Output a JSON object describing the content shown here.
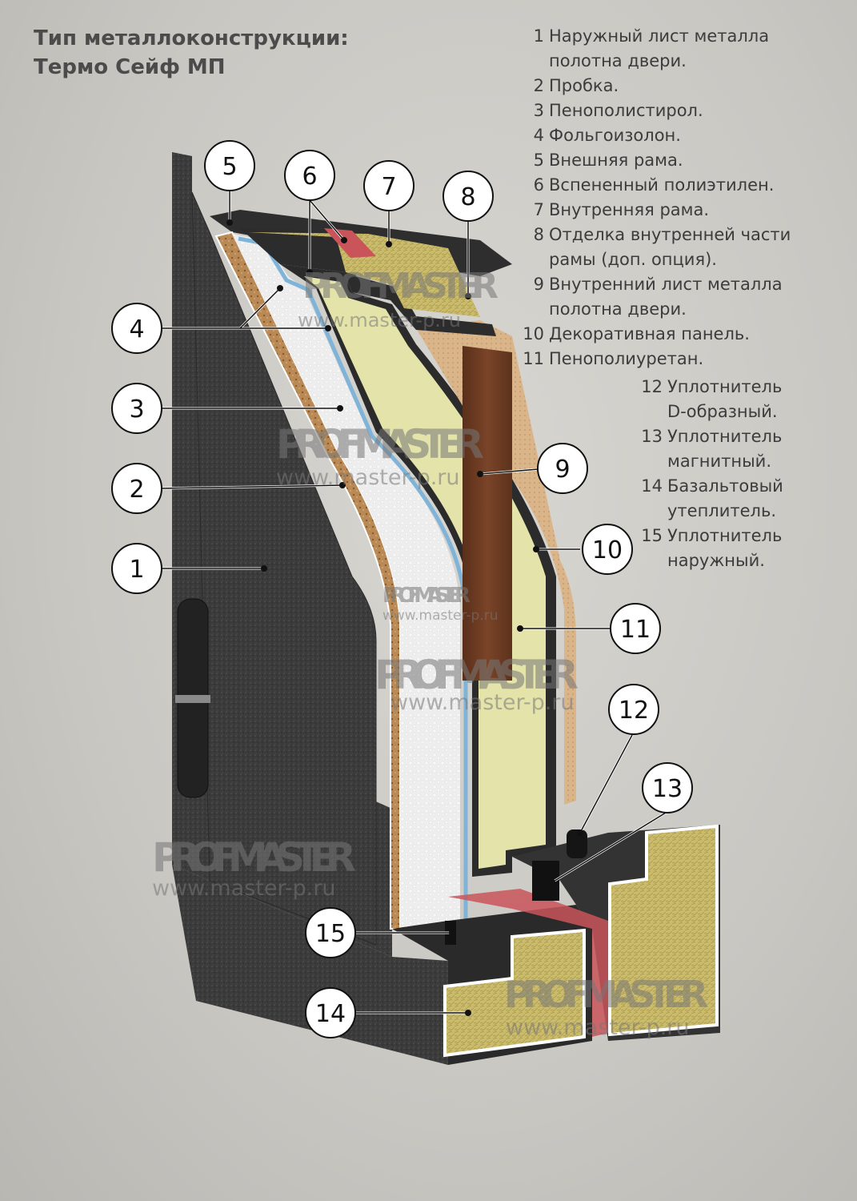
{
  "title": {
    "line1": "Тип металлоконструкции:",
    "line2": "Термо Сейф МП"
  },
  "legend": [
    {
      "num": "1",
      "lines": [
        "Наружный лист металла",
        "полотна двери."
      ]
    },
    {
      "num": "2",
      "lines": [
        "Пробка."
      ]
    },
    {
      "num": "3",
      "lines": [
        "Пенополистирол."
      ]
    },
    {
      "num": "4",
      "lines": [
        "Фольгоизолон."
      ]
    },
    {
      "num": "5",
      "lines": [
        "Внешняя рама."
      ]
    },
    {
      "num": "6",
      "lines": [
        "Вспененный полиэтилен."
      ]
    },
    {
      "num": "7",
      "lines": [
        "Внутренняя рама."
      ]
    },
    {
      "num": "8",
      "lines": [
        "Отделка внутренней части",
        "рамы (доп. опция)."
      ]
    },
    {
      "num": "9",
      "lines": [
        "Внутренний лист металла",
        "полотна двери."
      ]
    },
    {
      "num": "10",
      "lines": [
        "Декоративная панель."
      ]
    },
    {
      "num": "11",
      "lines": [
        "Пенополиуретан."
      ]
    },
    {
      "num": "12",
      "lines": [
        "Уплотнитель",
        "D-образный."
      ]
    },
    {
      "num": "13",
      "lines": [
        "Уплотнитель",
        "магнитный."
      ]
    },
    {
      "num": "14",
      "lines": [
        "Базальтовый",
        "утеплитель."
      ]
    },
    {
      "num": "15",
      "lines": [
        "Уплотнитель",
        "наружный."
      ]
    }
  ],
  "callouts": [
    "1",
    "2",
    "3",
    "4",
    "5",
    "6",
    "7",
    "8",
    "9",
    "10",
    "11",
    "12",
    "13",
    "14",
    "15"
  ],
  "watermark": {
    "brand": "PROFMASTER",
    "url": "www.master-p.ru"
  },
  "colors": {
    "metal": "#3a3a3a",
    "cork": "#b88a55",
    "polystyrene": "#ececec",
    "foil": "#7fb4d8",
    "polyurethane": "#e3e2a8",
    "basalt": "#c9b96a",
    "seal_red": "#c9555a",
    "wood": "#6b3a22",
    "mdf": "#d8b488"
  }
}
